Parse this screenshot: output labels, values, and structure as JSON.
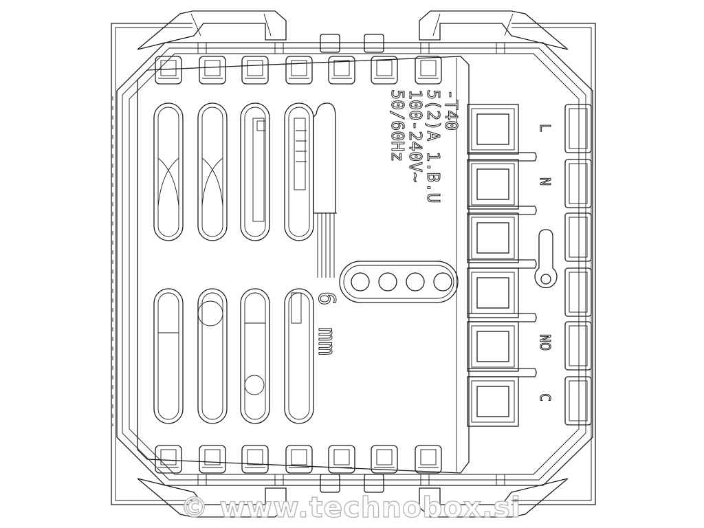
{
  "rating": {
    "model": "-T40",
    "current": "5(2)A  1.B.U",
    "voltage": "100-240V~",
    "frequency": "50/60Hz"
  },
  "strip_length": {
    "value": "6",
    "unit": "mm"
  },
  "terminals": [
    "L",
    "N",
    "NO",
    "C"
  ],
  "watermark": "© www.technobox.si"
}
